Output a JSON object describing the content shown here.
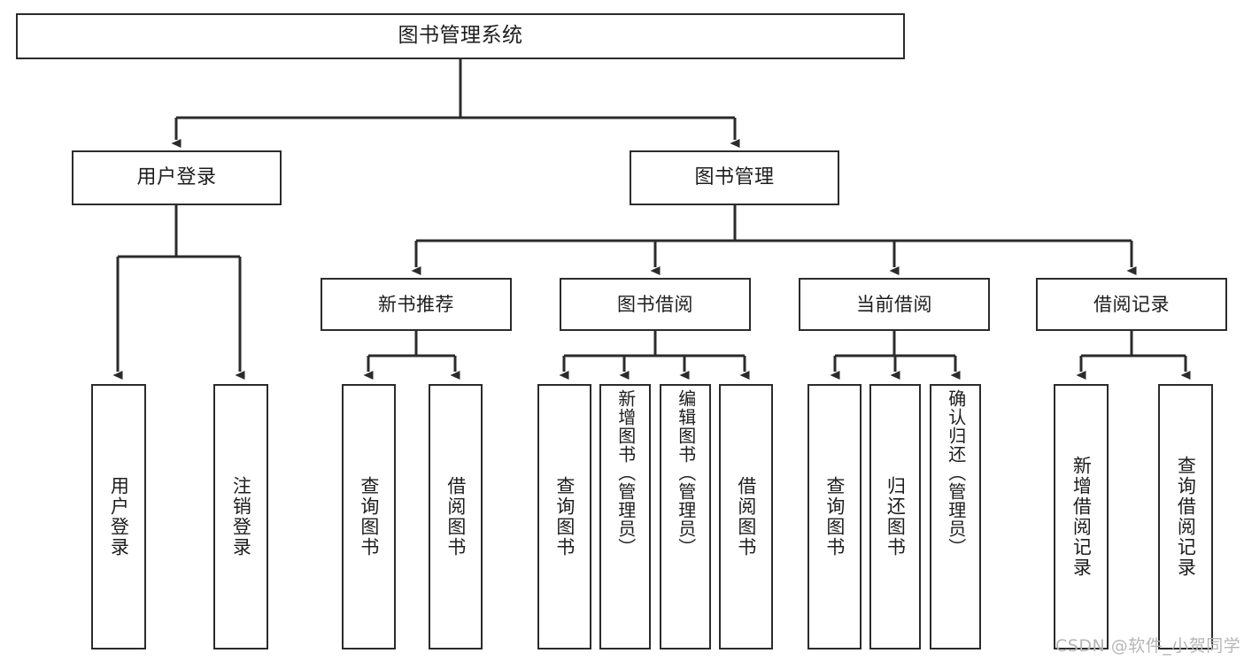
{
  "diagram": {
    "title": "图书管理系统",
    "type": "tree-hierarchy-diagram",
    "colors": {
      "stroke": "#2b2b2b",
      "fill": "#ffffff",
      "text": "#1d1d1d",
      "watermark": "#b6b6b6"
    }
  },
  "root": {
    "label": "图书管理系统"
  },
  "level2": [
    {
      "label": "用户登录"
    },
    {
      "label": "图书管理"
    }
  ],
  "level3": [
    {
      "label": "新书推荐"
    },
    {
      "label": "图书借阅"
    },
    {
      "label": "当前借阅"
    },
    {
      "label": "借阅记录"
    }
  ],
  "leaves": {
    "user_login": [
      {
        "label": "用户登录"
      },
      {
        "label": "注销登录"
      }
    ],
    "new_book_recommend": [
      {
        "label": "查询图书"
      },
      {
        "label": "借阅图书"
      }
    ],
    "book_borrow": [
      {
        "label": "查询图书"
      },
      {
        "label": "新增图书（管理员）"
      },
      {
        "label": "编辑图书（管理员）"
      },
      {
        "label": "借阅图书"
      }
    ],
    "current_borrow": [
      {
        "label": "查询图书"
      },
      {
        "label": "归还图书"
      },
      {
        "label": "确认归还（管理员）"
      }
    ],
    "borrow_record": [
      {
        "label": "新增借阅记录"
      },
      {
        "label": "查询借阅记录"
      }
    ]
  },
  "watermark": {
    "text": "CSDN @软件_小贺同学"
  }
}
